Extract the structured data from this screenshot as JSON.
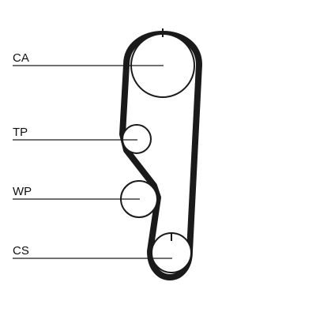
{
  "diagram": {
    "labels": {
      "camshaft": "CA",
      "tensioner": "TP",
      "water_pump": "WP",
      "crankshaft": "CS"
    },
    "colors": {
      "background": "#ffffff",
      "belt": "#1a1a1a",
      "pulley_outline": "#1a1a1a",
      "leader_line": "#1a1a1a",
      "text": "#111111"
    }
  }
}
